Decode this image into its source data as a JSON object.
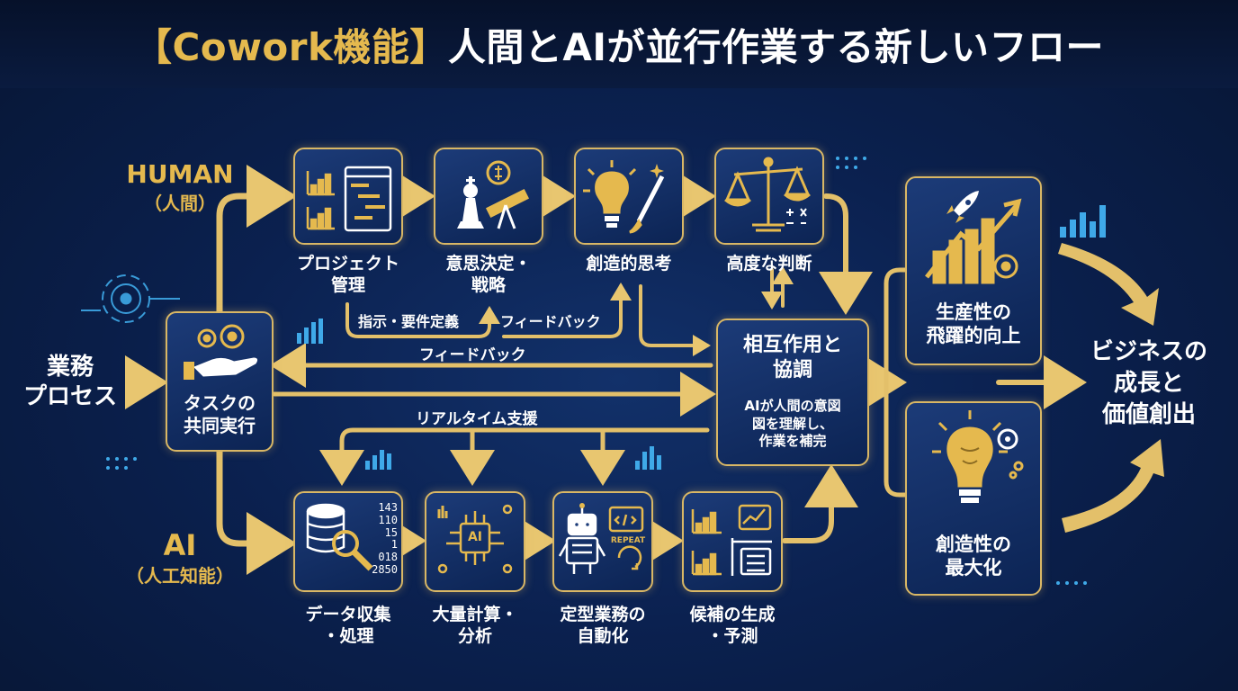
{
  "title": {
    "bracketed": "【Cowork機能】",
    "main": "人間とAIが並行作業する新しいフロー"
  },
  "left": {
    "process": "業務\nプロセス"
  },
  "lanes": {
    "human": {
      "label": "HUMAN",
      "sub": "（人間）"
    },
    "ai": {
      "label": "AI",
      "sub": "（人工知能）"
    }
  },
  "co_execution": "タスクの\n共同実行",
  "human_steps": [
    {
      "label": "プロジェクト\n管理",
      "icon": "project-chart-icon"
    },
    {
      "label": "意思決定・\n戦略",
      "icon": "chess-telescope-icon"
    },
    {
      "label": "創造的思考",
      "icon": "lightbulb-brush-icon"
    },
    {
      "label": "高度な判断",
      "icon": "scales-icon"
    }
  ],
  "ai_steps": [
    {
      "label": "データ収集\n・処理",
      "icon": "database-magnifier-icon",
      "digits": "143\n110\n15\n1\n018\n2850"
    },
    {
      "label": "大量計算・\n分析",
      "icon": "ai-chip-icon",
      "chip_text": "AI"
    },
    {
      "label": "定型業務の\n自動化",
      "icon": "robot-icon",
      "repeat_text": "REPEAT"
    },
    {
      "label": "候補の生成\n・予測",
      "icon": "charts-options-icon"
    }
  ],
  "interaction": {
    "title": "相互作用と\n協調",
    "desc": "AIが人間の意図\n図を理解し、\n作業を補完"
  },
  "arrows": {
    "instruction": "指示・要件定義",
    "feedback_small": "フィードバック",
    "feedback_main": "フィードバック",
    "realtime": "リアルタイム支援"
  },
  "outcomes": [
    {
      "label": "生産性の\n飛躍的向上",
      "icon": "rocket-growth-icon"
    },
    {
      "label": "創造性の\n最大化",
      "icon": "bulb-gear-icon"
    }
  ],
  "final": "ビジネスの\n成長と\n価値創出",
  "colors": {
    "gold": "#e5b94e",
    "border": "#d9b765",
    "bg": "#0b2150",
    "cyan": "#3fa9e8"
  }
}
